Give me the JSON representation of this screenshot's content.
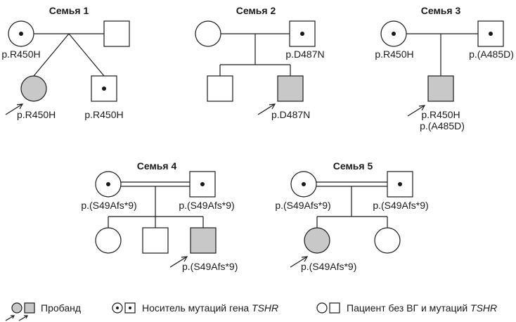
{
  "families": [
    {
      "title": "Семья 1",
      "mother": {
        "label": "p.R450H",
        "status": "carrier"
      },
      "father": {
        "label": "",
        "status": "unaffected"
      },
      "children": [
        {
          "sex": "female",
          "status": "proband",
          "label": "p.R450H"
        },
        {
          "sex": "male",
          "status": "carrier",
          "label": "p.R450H"
        }
      ]
    },
    {
      "title": "Семья 2",
      "mother": {
        "label": "",
        "status": "unaffected"
      },
      "father": {
        "label": "p.D487N",
        "status": "carrier"
      },
      "children": [
        {
          "sex": "male",
          "status": "unaffected",
          "label": ""
        },
        {
          "sex": "male",
          "status": "proband",
          "label": "p.D487N"
        }
      ]
    },
    {
      "title": "Семья 3",
      "mother": {
        "label": "p.R450H",
        "status": "carrier"
      },
      "father": {
        "label": "p.(A485D)",
        "status": "carrier"
      },
      "children": [
        {
          "sex": "male",
          "status": "proband",
          "label_line1": "p.R450H",
          "label_line2": "p.(A485D)"
        }
      ]
    },
    {
      "title": "Семья 4",
      "consanguineous": true,
      "mother": {
        "label": "p.(S49Afs*9)",
        "status": "carrier"
      },
      "father": {
        "label": "p.(S49Afs*9)",
        "status": "carrier"
      },
      "children": [
        {
          "sex": "female",
          "status": "unaffected",
          "label": ""
        },
        {
          "sex": "male",
          "status": "unaffected",
          "label": ""
        },
        {
          "sex": "male",
          "status": "proband",
          "label": "p.(S49Afs*9)"
        }
      ]
    },
    {
      "title": "Семья 5",
      "consanguineous": true,
      "mother": {
        "label": "p.(S49Afs*9)",
        "status": "carrier"
      },
      "father": {
        "label": "p.(S49Afs*9)",
        "status": "carrier"
      },
      "children": [
        {
          "sex": "female",
          "status": "proband",
          "label": "p.(S49Afs*9)"
        },
        {
          "sex": "female",
          "status": "unaffected",
          "label": ""
        }
      ]
    }
  ],
  "legend": {
    "proband": "Пробанд",
    "carrier_prefix": "Носитель мутаций гена ",
    "carrier_gene": "TSHR",
    "unaffected_prefix": "Пациент без ВГ и мутаций ",
    "unaffected_gene": "TSHR"
  },
  "colors": {
    "line": "#1a1a1a",
    "affected_fill": "#c8c8c8",
    "unaffected_fill": "#ffffff"
  }
}
